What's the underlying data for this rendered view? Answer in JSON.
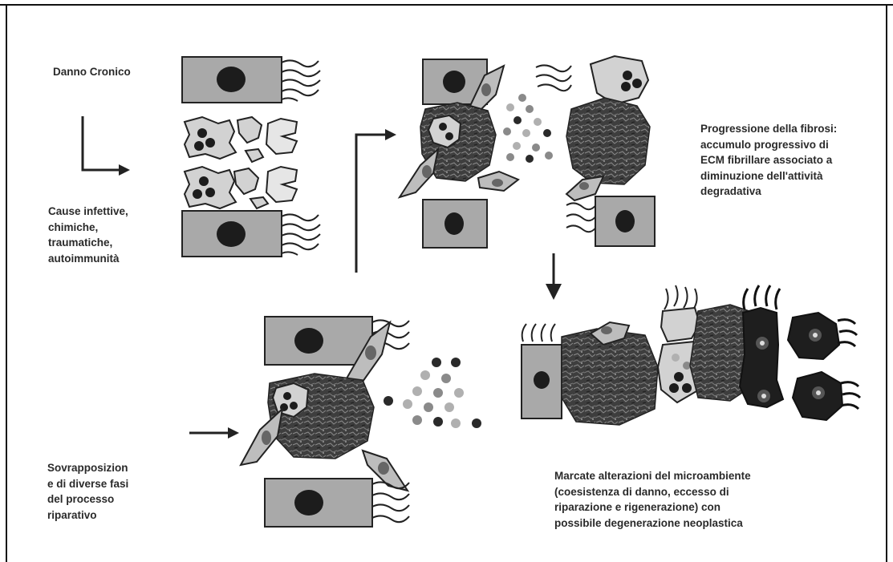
{
  "labels": {
    "danno_cronico": "Danno Cronico",
    "cause": "Cause infettive,\nchimiche,\ntraumatiche,\nautoimmunità",
    "progressione": "Progressione della fibrosi:\naccumulo progressivo di\nECM fibrillare associato a\ndiminuzione dell'attività\ndegradativa",
    "sovrapposizione": "Sovrapposizion\ne di diverse fasi\ndel processo\nriparativo",
    "marcate": "Marcate alterazioni del microambiente\n(coesistenza di danno, eccesso di\nriparazione e rigenerazione) con\npossibile degenerazione neoplastica"
  },
  "colors": {
    "cell_fill": "#a9a9a9",
    "nucleus": "#1c1c1c",
    "ecm": "#3e3e3e",
    "light_cell": "#d2d2d2",
    "arrow": "#222222"
  }
}
